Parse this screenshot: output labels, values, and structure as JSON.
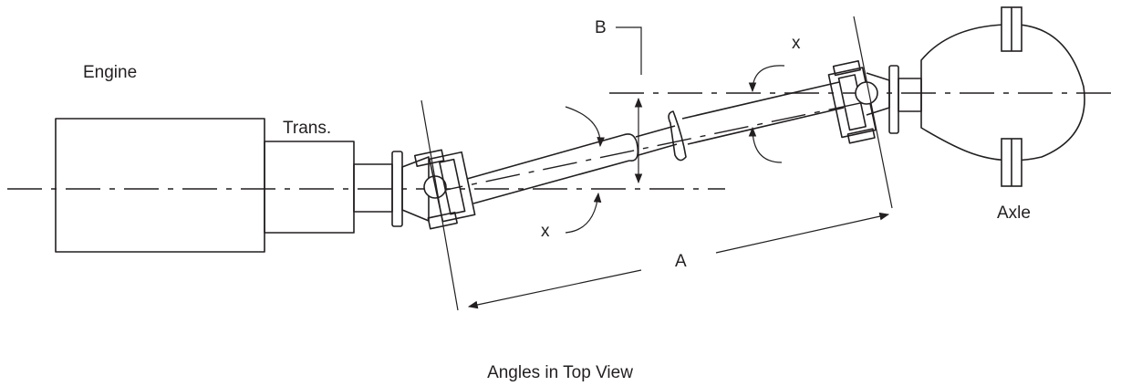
{
  "labels": {
    "engine": "Engine",
    "trans": "Trans.",
    "axle": "Axle",
    "dim_a": "A",
    "dim_b": "B",
    "angle_x_upper": "x",
    "angle_x_lower": "x",
    "caption": "Angles in Top View"
  },
  "colors": {
    "ink": "#231f20",
    "background": "#ffffff"
  }
}
